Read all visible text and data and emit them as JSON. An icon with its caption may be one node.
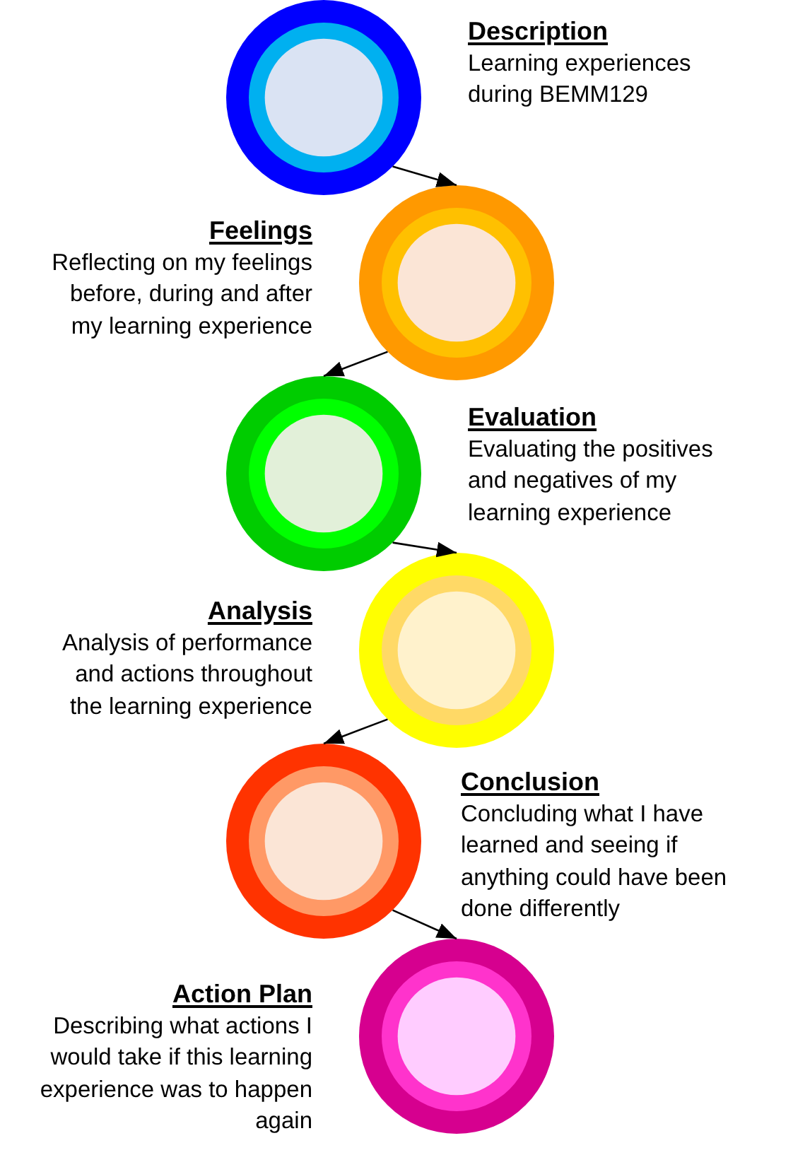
{
  "diagram": {
    "nodes": [
      {
        "text": [],
        "shape": "circle",
        "beside": [
          "Description",
          "Learning experiences during BEMM129"
        ]
      },
      {
        "text": [],
        "shape": "circle",
        "beside": [
          "Feelings",
          "Reflecting on my feelings before, during and after my learning experience"
        ]
      },
      {
        "text": [],
        "shape": "circle",
        "beside": [
          "Evaluation",
          "Evaluating the positives and negatives of my learning experience"
        ]
      },
      {
        "text": [],
        "shape": "circle",
        "beside": [
          "Analysis",
          "Analysis of performance and actions throughout the learning experience"
        ]
      },
      {
        "text": [],
        "shape": "circle",
        "beside": [
          "Conclusion",
          "Concluding what I have learned and seeing if anything could have been done differently"
        ]
      },
      {
        "text": [],
        "shape": "circle",
        "beside": [
          "Action Plan",
          "Describing what actions I would take if this learning experience was to happen again"
        ]
      }
    ],
    "edges": [
      {
        "from": 0,
        "to": 1,
        "arrow": "to"
      },
      {
        "from": 1,
        "to": 2,
        "arrow": "to"
      },
      {
        "from": 2,
        "to": 3,
        "arrow": "to"
      },
      {
        "from": 3,
        "to": 4,
        "arrow": "to"
      },
      {
        "from": 4,
        "to": 5,
        "arrow": "to"
      }
    ]
  }
}
